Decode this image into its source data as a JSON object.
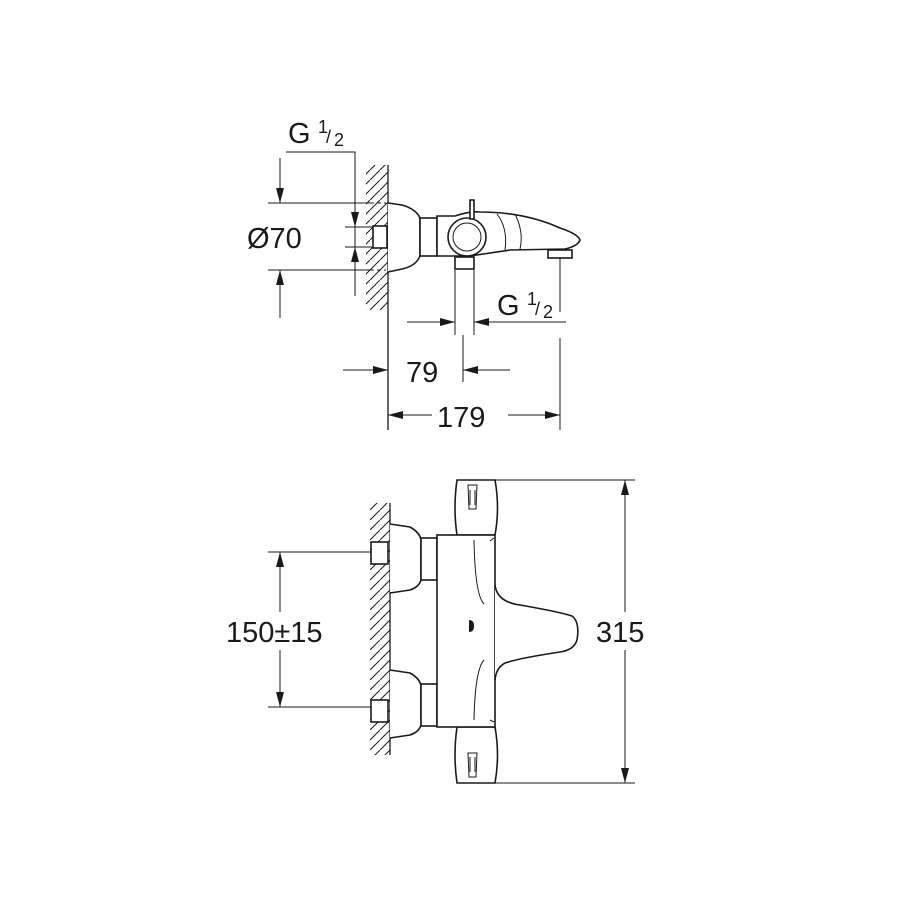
{
  "side_view": {
    "inlet_thread": {
      "g": "G",
      "num": "1",
      "den": "2"
    },
    "diameter": "Ø70",
    "outlet_thread": {
      "g": "G",
      "num": "1",
      "den": "2"
    },
    "outlet_offset": "79",
    "total_depth": "179"
  },
  "front_view": {
    "inlet_spacing": "150±15",
    "total_height": "315"
  },
  "colors": {
    "line": "#1a1a1a",
    "background": "#ffffff"
  }
}
